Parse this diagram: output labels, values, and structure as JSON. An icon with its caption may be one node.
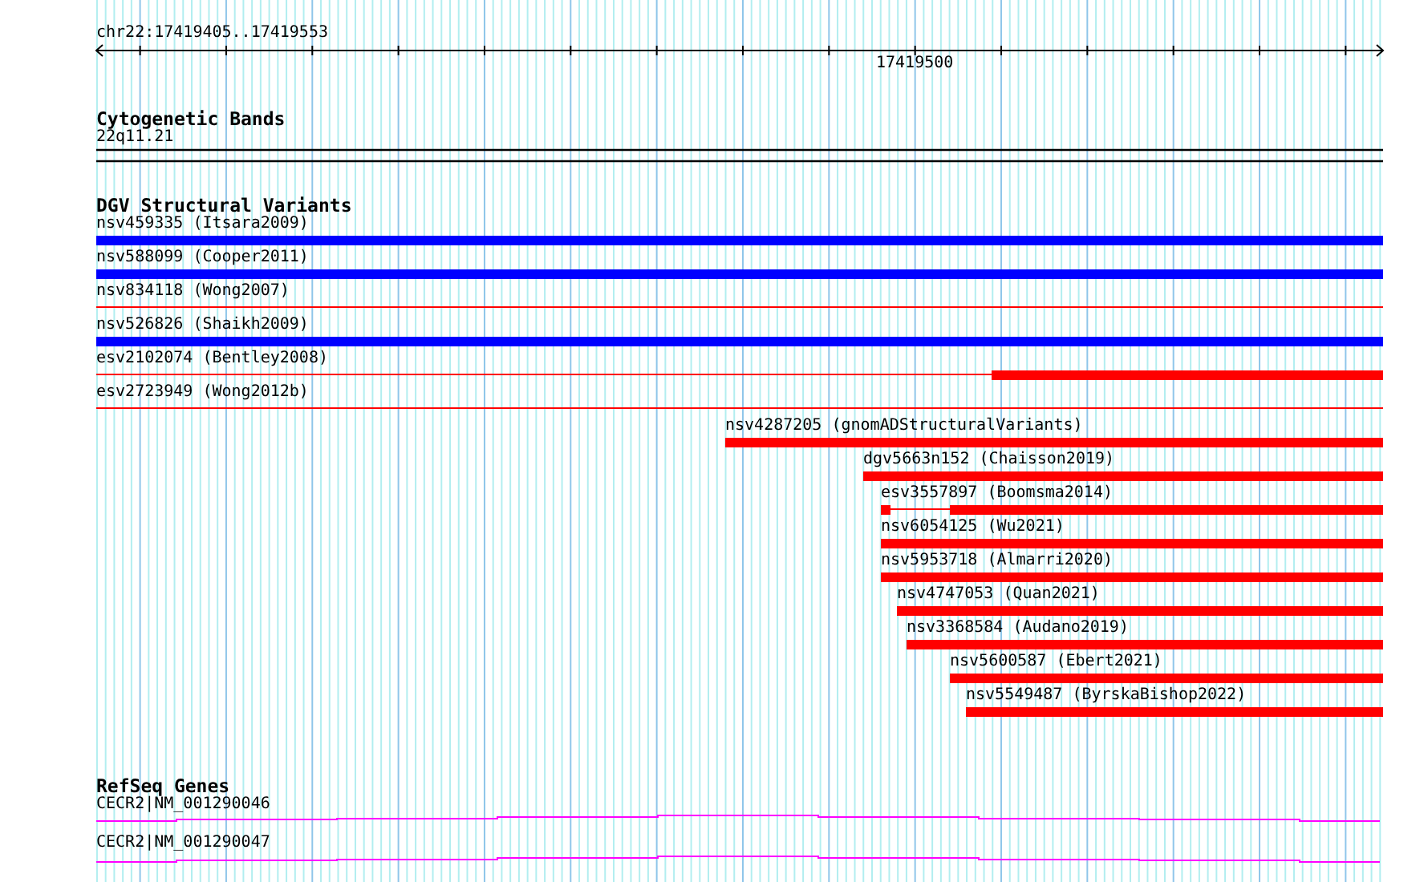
{
  "diagram": {
    "labels": [
      "chr22:17419405..17419553",
      "17419500",
      "Cytogenetic Bands",
      "22q11.21",
      "DGV Structural Variants",
      "nsv459335 (Itsara2009)",
      "nsv588099 (Cooper2011)",
      "nsv834118 (Wong2007)",
      "nsv526826 (Shaikh2009)",
      "esv2102074 (Bentley2008)",
      "esv2723949 (Wong2012b)",
      "nsv4287205 (gnomADStructuralVariants)",
      "dgv5663n152 (Chaisson2019)",
      "esv3557897 (Boomsma2014)",
      "nsv6054125 (Wu2021)",
      "nsv5953718 (Almarri2020)",
      "nsv4747053 (Quan2021)",
      "nsv3368584 (Audano2019)",
      "nsv5600587 (Ebert2021)",
      "nsv5549487 (ByrskaBishop2022)",
      "RefSeq Genes",
      "CECR2|NM_001290046",
      "CECR2|NM_001290047"
    ]
  }
}
